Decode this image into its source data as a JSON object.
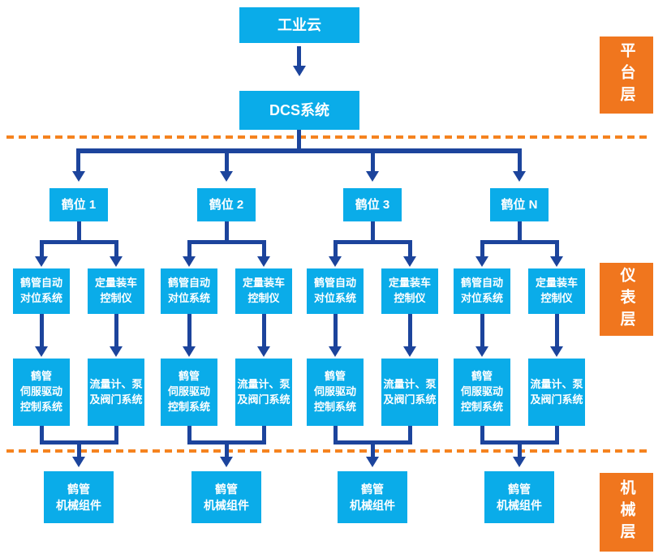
{
  "colors": {
    "box_cyan": "#0aace9",
    "arrow_blue": "#1c449c",
    "layer_orange": "#f0761e",
    "dash_orange": "#f5831f"
  },
  "top": {
    "cloud_label": "工业云",
    "dcs_label": "DCS系统"
  },
  "layer_labels": {
    "platform": "平台层",
    "instrument": "仪表层",
    "mechanical": "机械层"
  },
  "columns": [
    {
      "position_label": "鹤位 1",
      "align_line1": "鹤管自动",
      "align_line2": "对位系统",
      "qty_line1": "定量装车",
      "qty_line2": "控制仪",
      "servo_line1": "鹤管",
      "servo_line2": "伺服驱动",
      "servo_line3": "控制系统",
      "flow_line1": "流量计、泵",
      "flow_line2": "及阀门系统",
      "mech_line1": "鹤管",
      "mech_line2": "机械组件"
    },
    {
      "position_label": "鹤位 2",
      "align_line1": "鹤管自动",
      "align_line2": "对位系统",
      "qty_line1": "定量装车",
      "qty_line2": "控制仪",
      "servo_line1": "鹤管",
      "servo_line2": "伺服驱动",
      "servo_line3": "控制系统",
      "flow_line1": "流量计、泵",
      "flow_line2": "及阀门系统",
      "mech_line1": "鹤管",
      "mech_line2": "机械组件"
    },
    {
      "position_label": "鹤位 3",
      "align_line1": "鹤管自动",
      "align_line2": "对位系统",
      "qty_line1": "定量装车",
      "qty_line2": "控制仪",
      "servo_line1": "鹤管",
      "servo_line2": "伺服驱动",
      "servo_line3": "控制系统",
      "flow_line1": "流量计、泵",
      "flow_line2": "及阀门系统",
      "mech_line1": "鹤管",
      "mech_line2": "机械组件"
    },
    {
      "position_label": "鹤位 N",
      "align_line1": "鹤管自动",
      "align_line2": "对位系统",
      "qty_line1": "定量装车",
      "qty_line2": "控制仪",
      "servo_line1": "鹤管",
      "servo_line2": "伺服驱动",
      "servo_line3": "控制系统",
      "flow_line1": "流量计、泵",
      "flow_line2": "及阀门系统",
      "mech_line1": "鹤管",
      "mech_line2": "机械组件"
    }
  ]
}
